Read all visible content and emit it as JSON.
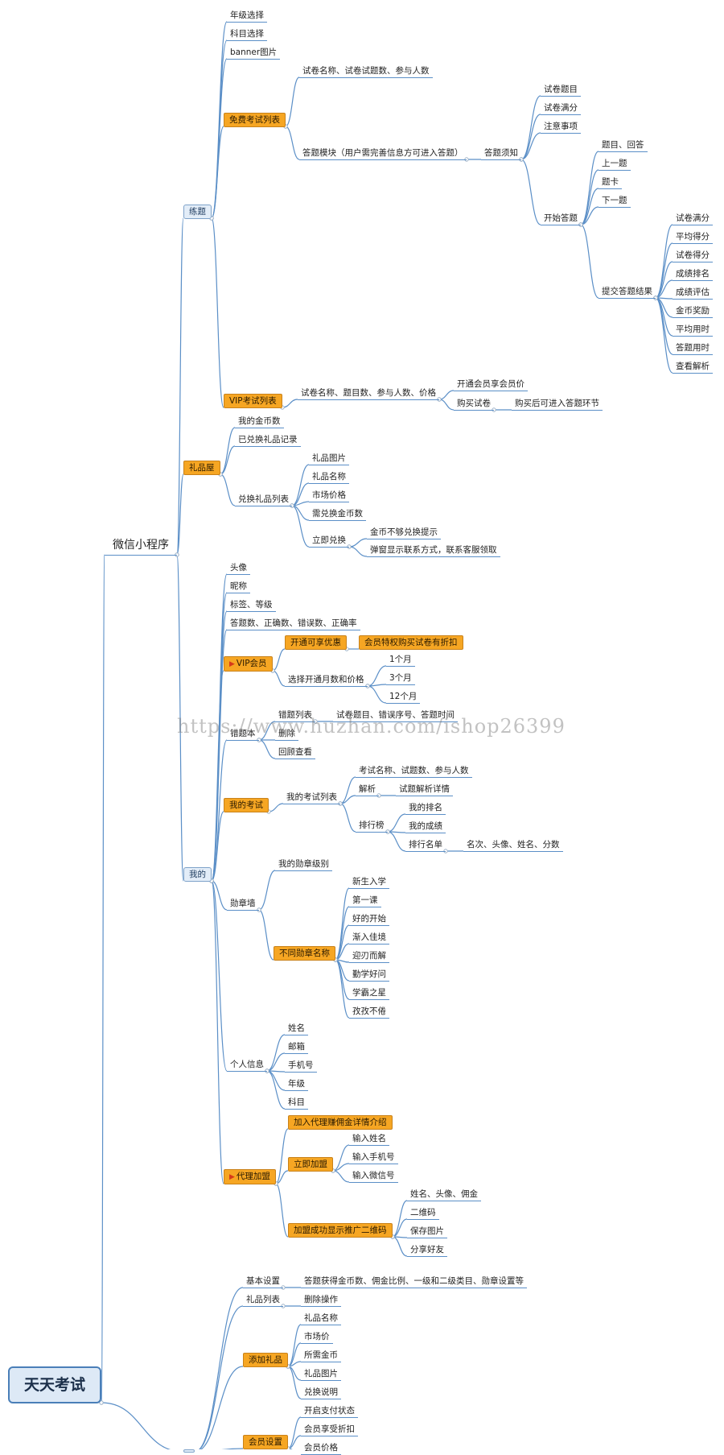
{
  "diagram": {
    "root": "天天考试",
    "watermark": "https://www.huzhan.com/ishop26399",
    "colors": {
      "line": "#5b8fc7",
      "box": "#e3edf8",
      "orange": "#f6a623"
    },
    "nodes": [
      {
        "id": "root",
        "label": "天天考试",
        "style": "root",
        "parent": null
      },
      {
        "id": "wx",
        "label": "微信小程序",
        "style": "main",
        "parent": "root"
      },
      {
        "id": "lt",
        "label": "练题",
        "style": "box",
        "parent": "wx"
      },
      {
        "id": "lt1",
        "label": "年级选择",
        "parent": "lt"
      },
      {
        "id": "lt2",
        "label": "科目选择",
        "parent": "lt"
      },
      {
        "id": "lt3",
        "label": "banner图片",
        "parent": "lt"
      },
      {
        "id": "mf",
        "label": "免费考试列表",
        "style": "orange",
        "parent": "lt"
      },
      {
        "id": "mf1",
        "label": "试卷名称、试卷试题数、参与人数",
        "parent": "mf"
      },
      {
        "id": "mf2",
        "label": "答题模块（用户需完善信息方可进入答题）",
        "parent": "mf"
      },
      {
        "id": "dtxz",
        "label": "答题须知",
        "parent": "mf2"
      },
      {
        "id": "xz1",
        "label": "试卷题目",
        "parent": "dtxz"
      },
      {
        "id": "xz2",
        "label": "试卷满分",
        "parent": "dtxz"
      },
      {
        "id": "xz3",
        "label": "注意事项",
        "parent": "dtxz"
      },
      {
        "id": "ksdt",
        "label": "开始答题",
        "parent": "dtxz"
      },
      {
        "id": "ks1",
        "label": "题目、回答",
        "parent": "ksdt"
      },
      {
        "id": "ks2",
        "label": "上一题",
        "parent": "ksdt"
      },
      {
        "id": "ks3",
        "label": "题卡",
        "parent": "ksdt"
      },
      {
        "id": "ks4",
        "label": "下一题",
        "parent": "ksdt"
      },
      {
        "id": "tj",
        "label": "提交答题结果",
        "parent": "ksdt"
      },
      {
        "id": "tj1",
        "label": "试卷满分",
        "parent": "tj"
      },
      {
        "id": "tj2",
        "label": "平均得分",
        "parent": "tj"
      },
      {
        "id": "tj3",
        "label": "试卷得分",
        "parent": "tj"
      },
      {
        "id": "tj4",
        "label": "成绩排名",
        "parent": "tj"
      },
      {
        "id": "tj5",
        "label": "成绩评估",
        "parent": "tj"
      },
      {
        "id": "tj6",
        "label": "金币奖励",
        "parent": "tj"
      },
      {
        "id": "tj7",
        "label": "平均用时",
        "parent": "tj"
      },
      {
        "id": "tj8",
        "label": "答题用时",
        "parent": "tj"
      },
      {
        "id": "tj9",
        "label": "查看解析",
        "parent": "tj"
      },
      {
        "id": "vip",
        "label": "VIP考试列表",
        "style": "orange",
        "parent": "lt"
      },
      {
        "id": "vip1",
        "label": "试卷名称、题目数、参与人数、价格",
        "parent": "vip"
      },
      {
        "id": "vip2",
        "label": "开通会员享会员价",
        "parent": "vip1"
      },
      {
        "id": "vip3",
        "label": "购买试卷",
        "parent": "vip1"
      },
      {
        "id": "vip4",
        "label": "购买后可进入答题环节",
        "parent": "vip3"
      },
      {
        "id": "lpw",
        "label": "礼品屋",
        "style": "orange",
        "parent": "wx"
      },
      {
        "id": "lp1",
        "label": "我的金币数",
        "parent": "lpw"
      },
      {
        "id": "lp2",
        "label": "已兑换礼品记录",
        "parent": "lpw"
      },
      {
        "id": "lp3",
        "label": "兑换礼品列表",
        "parent": "lpw"
      },
      {
        "id": "lp31",
        "label": "礼品图片",
        "parent": "lp3"
      },
      {
        "id": "lp32",
        "label": "礼品名称",
        "parent": "lp3"
      },
      {
        "id": "lp33",
        "label": "市场价格",
        "parent": "lp3"
      },
      {
        "id": "lp34",
        "label": "需兑换金币数",
        "parent": "lp3"
      },
      {
        "id": "lp35",
        "label": "立即兑换",
        "parent": "lp3"
      },
      {
        "id": "lp351",
        "label": "金币不够兑换提示",
        "parent": "lp35"
      },
      {
        "id": "lp352",
        "label": "弹窗显示联系方式，联系客服领取",
        "parent": "lp35"
      },
      {
        "id": "wd",
        "label": "我的",
        "style": "box",
        "parent": "wx"
      },
      {
        "id": "wd1",
        "label": "头像",
        "parent": "wd"
      },
      {
        "id": "wd2",
        "label": "昵称",
        "parent": "wd"
      },
      {
        "id": "wd3",
        "label": "标签、等级",
        "parent": "wd"
      },
      {
        "id": "wd4",
        "label": "答题数、正确数、错误数、正确率",
        "parent": "wd"
      },
      {
        "id": "vipm",
        "label": "VIP会员",
        "style": "orange",
        "flag": true,
        "parent": "wd"
      },
      {
        "id": "vipm1",
        "label": "开通可享优惠",
        "style": "orange",
        "parent": "vipm"
      },
      {
        "id": "vipm11",
        "label": "会员特权购买试卷有折扣",
        "style": "orange",
        "parent": "vipm1"
      },
      {
        "id": "vipm2",
        "label": "选择开通月数和价格",
        "parent": "vipm"
      },
      {
        "id": "vipm21",
        "label": "1个月",
        "parent": "vipm2"
      },
      {
        "id": "vipm22",
        "label": "3个月",
        "parent": "vipm2"
      },
      {
        "id": "vipm23",
        "label": "12个月",
        "parent": "vipm2"
      },
      {
        "id": "ctb",
        "label": "错题本",
        "parent": "wd"
      },
      {
        "id": "ctb1",
        "label": "错题列表",
        "parent": "ctb"
      },
      {
        "id": "ctb11",
        "label": "试卷题目、错误序号、答题时间",
        "parent": "ctb1"
      },
      {
        "id": "ctb2",
        "label": "删除",
        "parent": "ctb"
      },
      {
        "id": "ctb3",
        "label": "回顾查看",
        "parent": "ctb"
      },
      {
        "id": "wdks",
        "label": "我的考试",
        "style": "orange",
        "parent": "wd"
      },
      {
        "id": "wdks1",
        "label": "我的考试列表",
        "parent": "wdks"
      },
      {
        "id": "wdks11",
        "label": "考试名称、试题数、参与人数",
        "parent": "wdks1"
      },
      {
        "id": "wdks12",
        "label": "解析",
        "parent": "wdks1"
      },
      {
        "id": "wdks121",
        "label": "试题解析详情",
        "parent": "wdks12"
      },
      {
        "id": "wdks13",
        "label": "排行榜",
        "parent": "wdks1"
      },
      {
        "id": "ph1",
        "label": "我的排名",
        "parent": "wdks13"
      },
      {
        "id": "ph2",
        "label": "我的成绩",
        "parent": "wdks13"
      },
      {
        "id": "ph3",
        "label": "排行名单",
        "parent": "wdks13"
      },
      {
        "id": "ph31",
        "label": "名次、头像、姓名、分数",
        "parent": "ph3"
      },
      {
        "id": "xzq",
        "label": "勋章墙",
        "parent": "wd"
      },
      {
        "id": "xzq1",
        "label": "我的勋章级别",
        "parent": "xzq"
      },
      {
        "id": "xzq2",
        "label": "不同勋章名称",
        "style": "orange",
        "parent": "xzq"
      },
      {
        "id": "xz21",
        "label": "新生入学",
        "parent": "xzq2"
      },
      {
        "id": "xz22",
        "label": "第一课",
        "parent": "xzq2"
      },
      {
        "id": "xz23",
        "label": "好的开始",
        "parent": "xzq2"
      },
      {
        "id": "xz24",
        "label": "渐入佳境",
        "parent": "xzq2"
      },
      {
        "id": "xz25",
        "label": "迎刃而解",
        "parent": "xzq2"
      },
      {
        "id": "xz26",
        "label": "勤学好问",
        "parent": "xzq2"
      },
      {
        "id": "xz27",
        "label": "学霸之星",
        "parent": "xzq2"
      },
      {
        "id": "xz28",
        "label": "孜孜不倦",
        "parent": "xzq2"
      },
      {
        "id": "grxx",
        "label": "个人信息",
        "parent": "wd"
      },
      {
        "id": "gr1",
        "label": "姓名",
        "parent": "grxx"
      },
      {
        "id": "gr2",
        "label": "邮箱",
        "parent": "grxx"
      },
      {
        "id": "gr3",
        "label": "手机号",
        "parent": "grxx"
      },
      {
        "id": "gr4",
        "label": "年级",
        "parent": "grxx"
      },
      {
        "id": "gr5",
        "label": "科目",
        "parent": "grxx"
      },
      {
        "id": "dljm",
        "label": "代理加盟",
        "style": "orange",
        "flag": true,
        "parent": "wd"
      },
      {
        "id": "dl1",
        "label": "加入代理赚佣金详情介绍",
        "style": "orange",
        "parent": "dljm"
      },
      {
        "id": "dl2",
        "label": "立即加盟",
        "style": "orange",
        "parent": "dljm"
      },
      {
        "id": "dl21",
        "label": "输入姓名",
        "parent": "dl2"
      },
      {
        "id": "dl22",
        "label": "输入手机号",
        "parent": "dl2"
      },
      {
        "id": "dl23",
        "label": "输入微信号",
        "parent": "dl2"
      },
      {
        "id": "dl3",
        "label": "加盟成功显示推广二维码",
        "style": "orange",
        "parent": "dljm"
      },
      {
        "id": "dl31",
        "label": "姓名、头像、佣金",
        "parent": "dl3"
      },
      {
        "id": "dl32",
        "label": "二维码",
        "parent": "dl3"
      },
      {
        "id": "dl33",
        "label": "保存图片",
        "parent": "dl3"
      },
      {
        "id": "dl34",
        "label": "分享好友",
        "parent": "dl3"
      },
      {
        "id": "ht",
        "label": "",
        "style": "box",
        "parent": "root"
      },
      {
        "id": "ht1",
        "label": "基本设置",
        "parent": "ht"
      },
      {
        "id": "ht11",
        "label": "答题获得金币数、佣金比例、一级和二级类目、勋章设置等",
        "parent": "ht1"
      },
      {
        "id": "ht2",
        "label": "礼品列表",
        "parent": "ht"
      },
      {
        "id": "ht21",
        "label": "删除操作",
        "parent": "ht2"
      },
      {
        "id": "ht3",
        "label": "添加礼品",
        "style": "orange",
        "parent": "ht"
      },
      {
        "id": "ht31",
        "label": "礼品名称",
        "parent": "ht3"
      },
      {
        "id": "ht32",
        "label": "市场价",
        "parent": "ht3"
      },
      {
        "id": "ht33",
        "label": "所需金币",
        "parent": "ht3"
      },
      {
        "id": "ht34",
        "label": "礼品图片",
        "parent": "ht3"
      },
      {
        "id": "ht35",
        "label": "兑换说明",
        "parent": "ht3"
      },
      {
        "id": "ht4",
        "label": "会员设置",
        "style": "orange",
        "parent": "ht"
      },
      {
        "id": "ht41",
        "label": "开启支付状态",
        "parent": "ht4"
      },
      {
        "id": "ht42",
        "label": "会员享受折扣",
        "parent": "ht4"
      },
      {
        "id": "ht43",
        "label": "会员价格",
        "parent": "ht4"
      }
    ]
  }
}
